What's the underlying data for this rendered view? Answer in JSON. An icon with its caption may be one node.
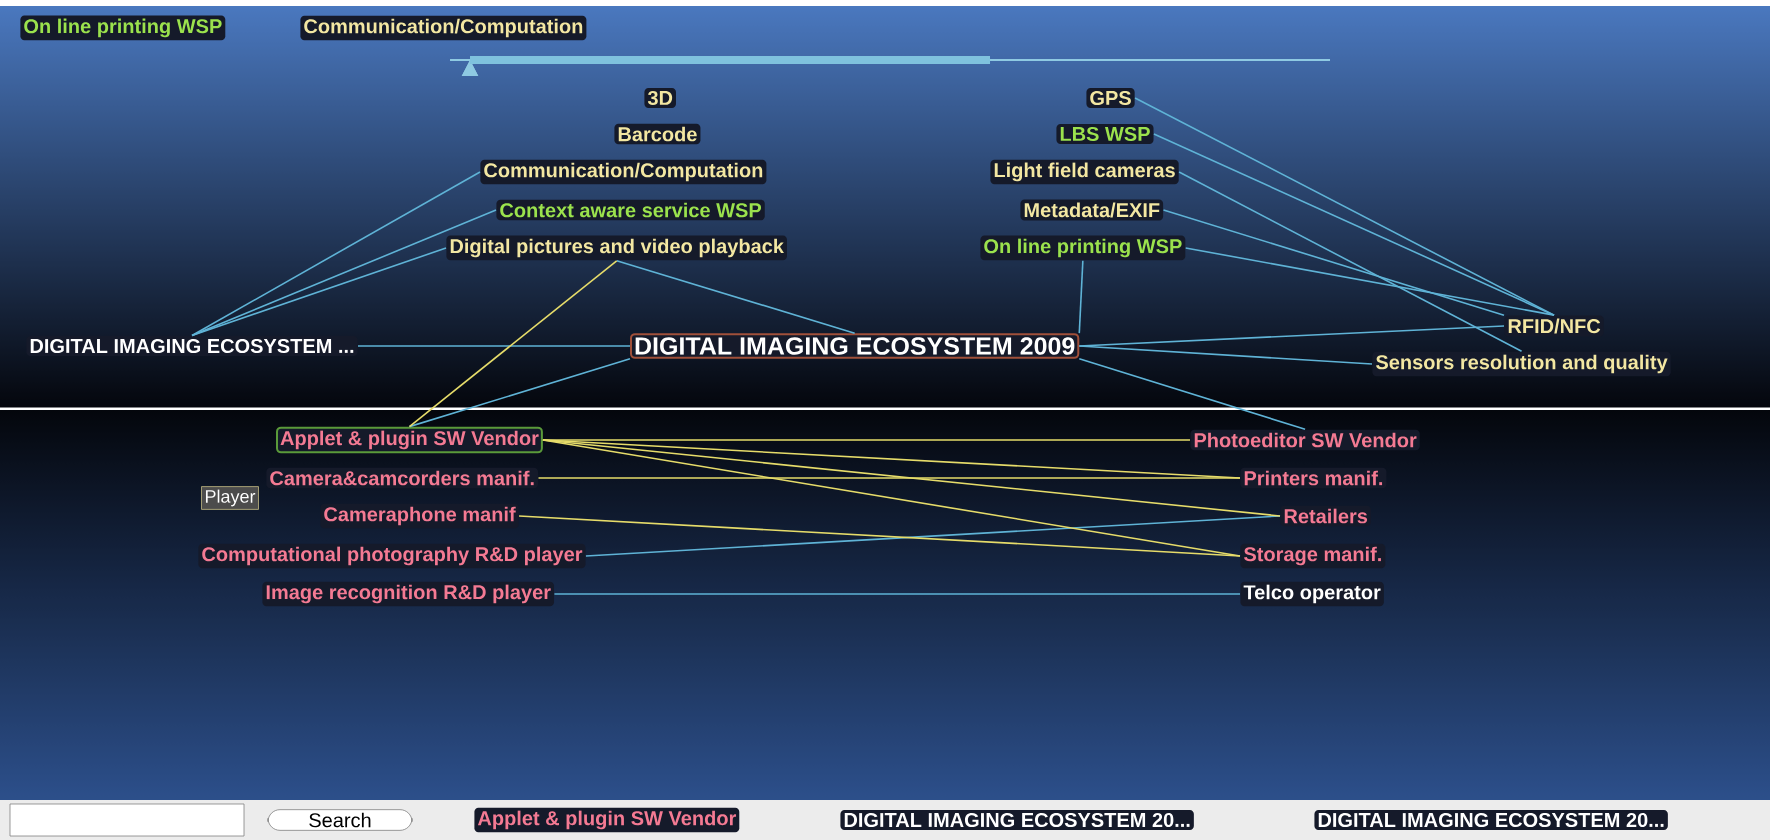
{
  "diagram": {
    "nodes": [
      {
        "text": [
          "On line printing WSP"
        ]
      },
      {
        "text": [
          "Communication/Computation"
        ]
      },
      {
        "text": [
          "3D"
        ]
      },
      {
        "text": [
          "Barcode"
        ]
      },
      {
        "text": [
          "Communication/Computation"
        ]
      },
      {
        "text": [
          "Context aware service WSP"
        ]
      },
      {
        "text": [
          "Digital pictures and video playback"
        ]
      },
      {
        "text": [
          "GPS"
        ]
      },
      {
        "text": [
          "LBS WSP"
        ]
      },
      {
        "text": [
          "Light field cameras"
        ]
      },
      {
        "text": [
          "Metadata/EXIF"
        ]
      },
      {
        "text": [
          "On line printing WSP"
        ]
      },
      {
        "text": [
          "DIGITAL IMAGING ECOSYSTEM ..."
        ]
      },
      {
        "text": [
          "DIGITAL IMAGING ECOSYSTEM 2009"
        ]
      },
      {
        "text": [
          "RFID/NFC"
        ]
      },
      {
        "text": [
          "Sensors resolution and quality"
        ]
      },
      {
        "text": [
          "Applet & plugin SW Vendor"
        ]
      },
      {
        "text": [
          "Camera&camcorders manif."
        ]
      },
      {
        "text": [
          "Cameraphone manif"
        ]
      },
      {
        "text": [
          "Computational photography R&D player"
        ]
      },
      {
        "text": [
          "Image recognition R&D player"
        ]
      },
      {
        "text": [
          "Photoeditor SW Vendor"
        ]
      },
      {
        "text": [
          "Printers manif."
        ]
      },
      {
        "text": [
          "Retailers"
        ]
      },
      {
        "text": [
          "Storage manif."
        ]
      },
      {
        "text": [
          "Telco operator"
        ]
      },
      {
        "text": [
          "Applet & plugin SW Vendor"
        ]
      },
      {
        "text": [
          "DIGITAL IMAGING ECOSYSTEM 20..."
        ]
      },
      {
        "text": [
          "DIGITAL IMAGING ECOSYSTEM 20..."
        ]
      }
    ],
    "edges": [
      {
        "from": 12,
        "to": 13,
        "arrow": "none"
      },
      {
        "from": 13,
        "to": 6,
        "arrow": "none"
      },
      {
        "from": 13,
        "to": 11,
        "arrow": "none"
      },
      {
        "from": 13,
        "to": 14,
        "arrow": "none"
      },
      {
        "from": 13,
        "to": 15,
        "arrow": "none"
      },
      {
        "from": 13,
        "to": 16,
        "arrow": "none"
      },
      {
        "from": 13,
        "to": 21,
        "arrow": "none"
      },
      {
        "from": 12,
        "to": 4,
        "arrow": "none"
      },
      {
        "from": 12,
        "to": 5,
        "arrow": "none"
      },
      {
        "from": 12,
        "to": 6,
        "arrow": "none"
      },
      {
        "from": 7,
        "to": 14,
        "arrow": "none"
      },
      {
        "from": 8,
        "to": 14,
        "arrow": "none"
      },
      {
        "from": 9,
        "to": 15,
        "arrow": "none"
      },
      {
        "from": 10,
        "to": 14,
        "arrow": "none"
      },
      {
        "from": 11,
        "to": 14,
        "arrow": "none"
      },
      {
        "from": 19,
        "to": 23,
        "arrow": "none"
      },
      {
        "from": 20,
        "to": 25,
        "arrow": "none"
      },
      {
        "from": 16,
        "to": 6,
        "arrow": "none",
        "color": "#e6dc6a"
      },
      {
        "from": 16,
        "to": 21,
        "arrow": "none",
        "color": "#e6dc6a"
      },
      {
        "from": 16,
        "to": 22,
        "arrow": "none",
        "color": "#e6dc6a"
      },
      {
        "from": 16,
        "to": 23,
        "arrow": "none",
        "color": "#e6dc6a"
      },
      {
        "from": 16,
        "to": 24,
        "arrow": "none",
        "color": "#e6dc6a"
      },
      {
        "from": 17,
        "to": 22,
        "arrow": "none",
        "color": "#e6dc6a"
      },
      {
        "from": 18,
        "to": 24,
        "arrow": "none",
        "color": "#e6dc6a"
      }
    ],
    "labels": [
      "Player",
      "Search"
    ]
  }
}
